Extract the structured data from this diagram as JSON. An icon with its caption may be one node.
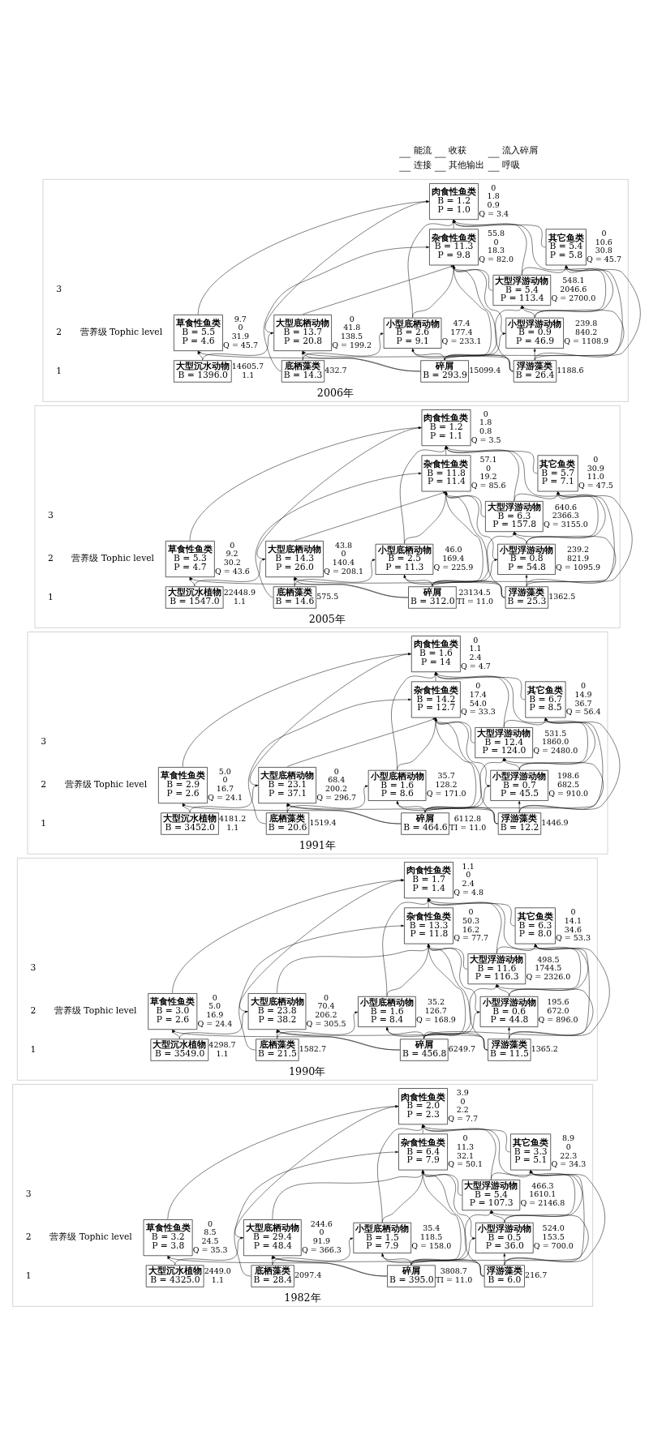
{
  "diagram": {
    "nodes": [
      {
        "text": [
          "2006年"
        ]
      },
      {
        "text": [
          "肉食性鱼类",
          "B = 1.2",
          "P = 1.0"
        ],
        "in": 0,
        "beside": [
          "0",
          "1.8",
          "0.9",
          "Q = 3.4"
        ]
      },
      {
        "text": [
          "杂食性鱼类",
          "B = 11.3",
          "P = 9.8"
        ],
        "in": 0,
        "beside": [
          "55.8",
          "0",
          "18.3",
          "Q = 82.0"
        ]
      },
      {
        "text": [
          "草食性鱼类",
          "B = 5.5",
          "P = 4.6"
        ],
        "in": 0,
        "beside": [
          "9.7",
          "0",
          "31.9",
          "Q = 45.7"
        ]
      },
      {
        "text": [
          "其它鱼类",
          "B = 5.4",
          "P = 5.8"
        ],
        "in": 0,
        "beside": [
          "0",
          "10.6",
          "30.8",
          "Q = 45.7"
        ]
      },
      {
        "text": [
          "大型底栖动物",
          "B = 13.7",
          "P = 20.8"
        ],
        "in": 0,
        "beside": [
          "0",
          "41.8",
          "138.5",
          "Q = 199.2"
        ]
      },
      {
        "text": [
          "小型底栖动物",
          "B = 2.6",
          "P = 9.1"
        ],
        "in": 0,
        "beside": [
          "47.4",
          "177.4",
          "Q = 233.1"
        ]
      },
      {
        "text": [
          "大型浮游动物",
          "B = 5.4",
          "P = 113.4"
        ],
        "in": 0,
        "beside": [
          "548.1",
          "2046.6",
          "Q = 2700.0"
        ]
      },
      {
        "text": [
          "小型浮游动物",
          "B = 0.9",
          "P = 46.9"
        ],
        "in": 0,
        "beside": [
          "239.8",
          "840.2",
          "Q = 1108.9"
        ]
      },
      {
        "text": [
          "碎屑",
          "B = 293.9"
        ],
        "in": 0,
        "beside": [
          "15099.4"
        ]
      },
      {
        "text": [
          "浮游藻类",
          "B = 26.4"
        ],
        "in": 0,
        "beside": [
          "1188.6"
        ]
      },
      {
        "text": [
          "底栖藻类",
          "B = 14.3"
        ],
        "in": 0,
        "beside": [
          "432.7"
        ]
      },
      {
        "text": [
          "大型沉水动物",
          "B = 1396.0"
        ],
        "in": 0,
        "beside": [
          "14605.7",
          "1.1"
        ]
      },
      {
        "text": [
          "2005年"
        ]
      },
      {
        "text": [
          "肉食性鱼类",
          "B = 1.2",
          "P = 1.1"
        ],
        "in": 13,
        "beside": [
          "0",
          "1.8",
          "0.8",
          "Q = 3.5"
        ]
      },
      {
        "text": [
          "杂食性鱼类",
          "B = 11.8",
          "P = 11.4"
        ],
        "in": 13,
        "beside": [
          "57.1",
          "0",
          "19.2",
          "Q = 85.6"
        ]
      },
      {
        "text": [
          "草食性鱼类",
          "B = 5.3",
          "P = 4.7"
        ],
        "in": 13,
        "beside": [
          "0",
          "9.2",
          "30.2",
          "Q = 43.6"
        ]
      },
      {
        "text": [
          "其它鱼类",
          "B = 5.7",
          "P = 7.1"
        ],
        "in": 13,
        "beside": [
          "0",
          "30.9",
          "11.0",
          "Q = 47.5"
        ]
      },
      {
        "text": [
          "大型底栖动物",
          "B = 14.3",
          "P = 26.0"
        ],
        "in": 13,
        "beside": [
          "43.8",
          "0",
          "140.4",
          "Q = 208.1"
        ]
      },
      {
        "text": [
          "小型底栖动物",
          "B = 2.5",
          "P = 11.3"
        ],
        "in": 13,
        "beside": [
          "46.0",
          "169.4",
          "Q = 225.9"
        ]
      },
      {
        "text": [
          "大型浮游动物",
          "B = 6.3",
          "P = 157.8"
        ],
        "in": 13,
        "beside": [
          "640.6",
          "2366.3",
          "Q = 3155.0"
        ]
      },
      {
        "text": [
          "小型浮游动物",
          "B = 0.8",
          "P = 54.8"
        ],
        "in": 13,
        "beside": [
          "239.2",
          "821.9",
          "Q = 1095.9"
        ]
      },
      {
        "text": [
          "碎屑",
          "B = 312.0"
        ],
        "in": 13,
        "beside": [
          "23134.5",
          "TI = 11.0"
        ]
      },
      {
        "text": [
          "浮游藻类",
          "B = 25.3"
        ],
        "in": 13,
        "beside": [
          "1362.5"
        ]
      },
      {
        "text": [
          "底栖藻类",
          "B = 14.6"
        ],
        "in": 13,
        "beside": [
          "575.5"
        ]
      },
      {
        "text": [
          "大型沉水植物",
          "B = 1547.0"
        ],
        "in": 13,
        "beside": [
          "22448.9",
          "1.1"
        ]
      },
      {
        "text": [
          "1991年"
        ]
      },
      {
        "text": [
          "肉食性鱼类",
          "B = 1.6",
          "P = 14"
        ],
        "in": 26,
        "beside": [
          "0",
          "1.1",
          "2.4",
          "Q = 4.7"
        ]
      },
      {
        "text": [
          "杂食性鱼类",
          "B = 14.2",
          "P = 12.7"
        ],
        "in": 26,
        "beside": [
          "0",
          "17.4",
          "54.0",
          "Q = 33.3"
        ]
      },
      {
        "text": [
          "草食性鱼类",
          "B = 2.9",
          "P = 2.6"
        ],
        "in": 26,
        "beside": [
          "5.0",
          "0",
          "16.7",
          "Q = 24.1"
        ]
      },
      {
        "text": [
          "其它鱼类",
          "B = 6.7",
          "P = 8.5"
        ],
        "in": 26,
        "beside": [
          "0",
          "14.9",
          "36.7",
          "Q = 56.4"
        ]
      },
      {
        "text": [
          "大型底栖动物",
          "B = 23.1",
          "P = 37.1"
        ],
        "in": 26,
        "beside": [
          "0",
          "68.4",
          "200.2",
          "Q = 296.7"
        ]
      },
      {
        "text": [
          "小型底栖动物",
          "B = 1.6",
          "P = 8.6"
        ],
        "in": 26,
        "beside": [
          "35.7",
          "128.2",
          "Q = 171.0"
        ]
      },
      {
        "text": [
          "大型浮游动物",
          "B = 12.4",
          "P = 124.0"
        ],
        "in": 26,
        "beside": [
          "531.5",
          "1860.0",
          "Q = 2480.0"
        ]
      },
      {
        "text": [
          "小型浮游动物",
          "B = 0.7",
          "P = 45.5"
        ],
        "in": 26,
        "beside": [
          "198.6",
          "682.5",
          "Q = 910.0"
        ]
      },
      {
        "text": [
          "碎屑",
          "B = 464.6"
        ],
        "in": 26,
        "beside": [
          "6112.8",
          "TI = 11.0"
        ]
      },
      {
        "text": [
          "浮游藻类",
          "B = 12.2"
        ],
        "in": 26,
        "beside": [
          "1446.9"
        ]
      },
      {
        "text": [
          "底栖藻类",
          "B = 20.6"
        ],
        "in": 26,
        "beside": [
          "1519.4"
        ]
      },
      {
        "text": [
          "大型沉水植物",
          "B = 3452.0"
        ],
        "in": 26,
        "beside": [
          "4181.2",
          "1.1"
        ]
      },
      {
        "text": [
          "1990年"
        ]
      },
      {
        "text": [
          "肉食性鱼类",
          "B = 1.7",
          "P = 1.4"
        ],
        "in": 39,
        "beside": [
          "1.1",
          "0",
          "2.4",
          "Q = 4.8"
        ]
      },
      {
        "text": [
          "杂食性鱼类",
          "B = 13.3",
          "P = 11.8"
        ],
        "in": 39,
        "beside": [
          "0",
          "50.3",
          "16.2",
          "Q = 77.7"
        ]
      },
      {
        "text": [
          "草食性鱼类",
          "B = 3.0",
          "P = 2.6"
        ],
        "in": 39,
        "beside": [
          "0",
          "5.0",
          "16.9",
          "Q = 24.4"
        ]
      },
      {
        "text": [
          "其它鱼类",
          "B = 6.3",
          "P = 8.0"
        ],
        "in": 39,
        "beside": [
          "0",
          "14.1",
          "34.6",
          "Q = 53.3"
        ]
      },
      {
        "text": [
          "大型底栖动物",
          "B = 23.8",
          "P = 38.2"
        ],
        "in": 39,
        "beside": [
          "0",
          "70.4",
          "206.2",
          "Q = 305.5"
        ]
      },
      {
        "text": [
          "小型底栖动物",
          "B = 1.6",
          "P = 8.4"
        ],
        "in": 39,
        "beside": [
          "35.2",
          "126.7",
          "Q = 168.9"
        ]
      },
      {
        "text": [
          "大型浮游动物",
          "B = 11.6",
          "P = 116.3"
        ],
        "in": 39,
        "beside": [
          "498.5",
          "1744.5",
          "Q = 2326.0"
        ]
      },
      {
        "text": [
          "小型浮游动物",
          "B = 0.6",
          "P = 44.8"
        ],
        "in": 39,
        "beside": [
          "195.6",
          "672.0",
          "Q = 896.0"
        ]
      },
      {
        "text": [
          "碎屑",
          "B = 456.8"
        ],
        "in": 39,
        "beside": [
          "6249.7"
        ]
      },
      {
        "text": [
          "浮游藻类",
          "B = 11.5"
        ],
        "in": 39,
        "beside": [
          "1365.2"
        ]
      },
      {
        "text": [
          "底栖藻类",
          "B = 21.5"
        ],
        "in": 39,
        "beside": [
          "1582.7"
        ]
      },
      {
        "text": [
          "大型沉水植物",
          "B = 3549.0"
        ],
        "in": 39,
        "beside": [
          "4298.7",
          "1.1"
        ]
      },
      {
        "text": [
          "1982年"
        ]
      },
      {
        "text": [
          "肉食性鱼类",
          "B = 2.0",
          "P = 2.3"
        ],
        "in": 52,
        "beside": [
          "3.9",
          "0",
          "2.2",
          "Q = 7.7"
        ]
      },
      {
        "text": [
          "杂食性鱼类",
          "B = 6.4",
          "P = 7.9"
        ],
        "in": 52,
        "beside": [
          "0",
          "11.3",
          "32.1",
          "Q = 50.1"
        ]
      },
      {
        "text": [
          "草食性鱼类",
          "B = 3.2",
          "P = 3.8"
        ],
        "in": 52,
        "beside": [
          "0",
          "8.5",
          "24.5",
          "Q = 35.3"
        ]
      },
      {
        "text": [
          "其它鱼类",
          "B = 3.3",
          "P = 5.1"
        ],
        "in": 52,
        "beside": [
          "8.9",
          "0",
          "22.3",
          "Q = 34.3"
        ]
      },
      {
        "text": [
          "大型底栖动物",
          "B = 29.4",
          "P = 48.4"
        ],
        "in": 52,
        "beside": [
          "244.6",
          "0",
          "91.9",
          "Q = 366.3"
        ]
      },
      {
        "text": [
          "小型底栖动物",
          "B = 1.5",
          "P = 7.9"
        ],
        "in": 52,
        "beside": [
          "35.4",
          "118.5",
          "Q = 158.0"
        ]
      },
      {
        "text": [
          "大型浮游动物",
          "B = 5.4",
          "P = 107.3"
        ],
        "in": 52,
        "beside": [
          "466.3",
          "1610.1",
          "Q = 2146.8"
        ]
      },
      {
        "text": [
          "小型浮游动物",
          "B = 0.5",
          "P = 36.0"
        ],
        "in": 52,
        "beside": [
          "524.0",
          "153.5",
          "Q = 700.0"
        ]
      },
      {
        "text": [
          "碎屑",
          "B = 395.0"
        ],
        "in": 52,
        "beside": [
          "3808.7",
          "TI = 11.0"
        ]
      },
      {
        "text": [
          "浮游藻类",
          "B = 6.0"
        ],
        "in": 52,
        "beside": [
          "216.7"
        ]
      },
      {
        "text": [
          "底栖藻类",
          "B = 28.4"
        ],
        "in": 52,
        "beside": [
          "2097.4"
        ]
      },
      {
        "text": [
          "大型沉水植物",
          "B = 4325.0"
        ],
        "in": 52,
        "beside": [
          "2449.0",
          "1.1"
        ]
      }
    ],
    "edges": [
      {
        "from": 9,
        "to": 2,
        "arrow": "to"
      },
      {
        "from": 9,
        "to": 3,
        "arrow": "to"
      },
      {
        "from": 9,
        "to": 4,
        "arrow": "to"
      },
      {
        "from": 9,
        "to": 5,
        "arrow": "to"
      },
      {
        "from": 9,
        "to": 6,
        "arrow": "to"
      },
      {
        "from": 9,
        "to": 7,
        "arrow": "to"
      },
      {
        "from": 9,
        "to": 8,
        "arrow": "to"
      },
      {
        "from": 10,
        "to": 2,
        "arrow": "to"
      },
      {
        "from": 10,
        "to": 4,
        "arrow": "to"
      },
      {
        "from": 10,
        "to": 5,
        "arrow": "to"
      },
      {
        "from": 10,
        "to": 6,
        "arrow": "to"
      },
      {
        "from": 10,
        "to": 7,
        "arrow": "to"
      },
      {
        "from": 10,
        "to": 8,
        "arrow": "to"
      },
      {
        "from": 11,
        "to": 2,
        "arrow": "to"
      },
      {
        "from": 11,
        "to": 5,
        "arrow": "to"
      },
      {
        "from": 11,
        "to": 6,
        "arrow": "to"
      },
      {
        "from": 12,
        "to": 3,
        "arrow": "to"
      },
      {
        "from": 12,
        "to": 5,
        "arrow": "to"
      },
      {
        "from": 8,
        "to": 7,
        "arrow": "to"
      },
      {
        "from": 8,
        "to": 2,
        "arrow": "to"
      },
      {
        "from": 8,
        "to": 4,
        "arrow": "to"
      },
      {
        "from": 8,
        "to": 1,
        "arrow": "to"
      },
      {
        "from": 7,
        "to": 1,
        "arrow": "to"
      },
      {
        "from": 7,
        "to": 2,
        "arrow": "to"
      },
      {
        "from": 7,
        "to": 4,
        "arrow": "to"
      },
      {
        "from": 6,
        "to": 1,
        "arrow": "to"
      },
      {
        "from": 6,
        "to": 2,
        "arrow": "to"
      },
      {
        "from": 5,
        "to": 1,
        "arrow": "to"
      },
      {
        "from": 5,
        "to": 2,
        "arrow": "to"
      },
      {
        "from": 2,
        "to": 1,
        "arrow": "to"
      },
      {
        "from": 3,
        "to": 1,
        "arrow": "to"
      },
      {
        "from": 4,
        "to": 1,
        "arrow": "to"
      },
      {
        "from": 22,
        "to": 15,
        "arrow": "to"
      },
      {
        "from": 22,
        "to": 16,
        "arrow": "to"
      },
      {
        "from": 22,
        "to": 17,
        "arrow": "to"
      },
      {
        "from": 22,
        "to": 18,
        "arrow": "to"
      },
      {
        "from": 22,
        "to": 19,
        "arrow": "to"
      },
      {
        "from": 22,
        "to": 20,
        "arrow": "to"
      },
      {
        "from": 22,
        "to": 21,
        "arrow": "to"
      },
      {
        "from": 23,
        "to": 15,
        "arrow": "to"
      },
      {
        "from": 23,
        "to": 17,
        "arrow": "to"
      },
      {
        "from": 23,
        "to": 18,
        "arrow": "to"
      },
      {
        "from": 23,
        "to": 19,
        "arrow": "to"
      },
      {
        "from": 23,
        "to": 20,
        "arrow": "to"
      },
      {
        "from": 23,
        "to": 21,
        "arrow": "to"
      },
      {
        "from": 24,
        "to": 15,
        "arrow": "to"
      },
      {
        "from": 24,
        "to": 18,
        "arrow": "to"
      },
      {
        "from": 24,
        "to": 19,
        "arrow": "to"
      },
      {
        "from": 25,
        "to": 16,
        "arrow": "to"
      },
      {
        "from": 25,
        "to": 18,
        "arrow": "to"
      },
      {
        "from": 21,
        "to": 20,
        "arrow": "to"
      },
      {
        "from": 21,
        "to": 15,
        "arrow": "to"
      },
      {
        "from": 21,
        "to": 17,
        "arrow": "to"
      },
      {
        "from": 21,
        "to": 14,
        "arrow": "to"
      },
      {
        "from": 20,
        "to": 14,
        "arrow": "to"
      },
      {
        "from": 20,
        "to": 15,
        "arrow": "to"
      },
      {
        "from": 20,
        "to": 17,
        "arrow": "to"
      },
      {
        "from": 19,
        "to": 14,
        "arrow": "to"
      },
      {
        "from": 19,
        "to": 15,
        "arrow": "to"
      },
      {
        "from": 18,
        "to": 14,
        "arrow": "to"
      },
      {
        "from": 18,
        "to": 15,
        "arrow": "to"
      },
      {
        "from": 15,
        "to": 14,
        "arrow": "to"
      },
      {
        "from": 16,
        "to": 14,
        "arrow": "to"
      },
      {
        "from": 17,
        "to": 14,
        "arrow": "to"
      },
      {
        "from": 35,
        "to": 28,
        "arrow": "to"
      },
      {
        "from": 35,
        "to": 29,
        "arrow": "to"
      },
      {
        "from": 35,
        "to": 30,
        "arrow": "to"
      },
      {
        "from": 35,
        "to": 31,
        "arrow": "to"
      },
      {
        "from": 35,
        "to": 32,
        "arrow": "to"
      },
      {
        "from": 35,
        "to": 33,
        "arrow": "to"
      },
      {
        "from": 35,
        "to": 34,
        "arrow": "to"
      },
      {
        "from": 36,
        "to": 28,
        "arrow": "to"
      },
      {
        "from": 36,
        "to": 30,
        "arrow": "to"
      },
      {
        "from": 36,
        "to": 31,
        "arrow": "to"
      },
      {
        "from": 36,
        "to": 32,
        "arrow": "to"
      },
      {
        "from": 36,
        "to": 33,
        "arrow": "to"
      },
      {
        "from": 36,
        "to": 34,
        "arrow": "to"
      },
      {
        "from": 37,
        "to": 28,
        "arrow": "to"
      },
      {
        "from": 37,
        "to": 31,
        "arrow": "to"
      },
      {
        "from": 37,
        "to": 32,
        "arrow": "to"
      },
      {
        "from": 38,
        "to": 29,
        "arrow": "to"
      },
      {
        "from": 38,
        "to": 31,
        "arrow": "to"
      },
      {
        "from": 34,
        "to": 33,
        "arrow": "to"
      },
      {
        "from": 34,
        "to": 28,
        "arrow": "to"
      },
      {
        "from": 34,
        "to": 30,
        "arrow": "to"
      },
      {
        "from": 34,
        "to": 27,
        "arrow": "to"
      },
      {
        "from": 33,
        "to": 27,
        "arrow": "to"
      },
      {
        "from": 33,
        "to": 28,
        "arrow": "to"
      },
      {
        "from": 33,
        "to": 30,
        "arrow": "to"
      },
      {
        "from": 32,
        "to": 27,
        "arrow": "to"
      },
      {
        "from": 32,
        "to": 28,
        "arrow": "to"
      },
      {
        "from": 31,
        "to": 27,
        "arrow": "to"
      },
      {
        "from": 31,
        "to": 28,
        "arrow": "to"
      },
      {
        "from": 28,
        "to": 27,
        "arrow": "to"
      },
      {
        "from": 29,
        "to": 27,
        "arrow": "to"
      },
      {
        "from": 30,
        "to": 27,
        "arrow": "to"
      },
      {
        "from": 48,
        "to": 41,
        "arrow": "to"
      },
      {
        "from": 48,
        "to": 42,
        "arrow": "to"
      },
      {
        "from": 48,
        "to": 43,
        "arrow": "to"
      },
      {
        "from": 48,
        "to": 44,
        "arrow": "to"
      },
      {
        "from": 48,
        "to": 45,
        "arrow": "to"
      },
      {
        "from": 48,
        "to": 46,
        "arrow": "to"
      },
      {
        "from": 48,
        "to": 47,
        "arrow": "to"
      },
      {
        "from": 49,
        "to": 41,
        "arrow": "to"
      },
      {
        "from": 49,
        "to": 43,
        "arrow": "to"
      },
      {
        "from": 49,
        "to": 44,
        "arrow": "to"
      },
      {
        "from": 49,
        "to": 45,
        "arrow": "to"
      },
      {
        "from": 49,
        "to": 46,
        "arrow": "to"
      },
      {
        "from": 49,
        "to": 47,
        "arrow": "to"
      },
      {
        "from": 50,
        "to": 41,
        "arrow": "to"
      },
      {
        "from": 50,
        "to": 44,
        "arrow": "to"
      },
      {
        "from": 50,
        "to": 45,
        "arrow": "to"
      },
      {
        "from": 51,
        "to": 42,
        "arrow": "to"
      },
      {
        "from": 51,
        "to": 44,
        "arrow": "to"
      },
      {
        "from": 47,
        "to": 46,
        "arrow": "to"
      },
      {
        "from": 47,
        "to": 41,
        "arrow": "to"
      },
      {
        "from": 47,
        "to": 43,
        "arrow": "to"
      },
      {
        "from": 47,
        "to": 40,
        "arrow": "to"
      },
      {
        "from": 46,
        "to": 40,
        "arrow": "to"
      },
      {
        "from": 46,
        "to": 41,
        "arrow": "to"
      },
      {
        "from": 46,
        "to": 43,
        "arrow": "to"
      },
      {
        "from": 45,
        "to": 40,
        "arrow": "to"
      },
      {
        "from": 45,
        "to": 41,
        "arrow": "to"
      },
      {
        "from": 44,
        "to": 40,
        "arrow": "to"
      },
      {
        "from": 44,
        "to": 41,
        "arrow": "to"
      },
      {
        "from": 41,
        "to": 40,
        "arrow": "to"
      },
      {
        "from": 42,
        "to": 40,
        "arrow": "to"
      },
      {
        "from": 43,
        "to": 40,
        "arrow": "to"
      },
      {
        "from": 61,
        "to": 54,
        "arrow": "to"
      },
      {
        "from": 61,
        "to": 55,
        "arrow": "to"
      },
      {
        "from": 61,
        "to": 56,
        "arrow": "to"
      },
      {
        "from": 61,
        "to": 57,
        "arrow": "to"
      },
      {
        "from": 61,
        "to": 58,
        "arrow": "to"
      },
      {
        "from": 61,
        "to": 59,
        "arrow": "to"
      },
      {
        "from": 61,
        "to": 60,
        "arrow": "to"
      },
      {
        "from": 62,
        "to": 54,
        "arrow": "to"
      },
      {
        "from": 62,
        "to": 56,
        "arrow": "to"
      },
      {
        "from": 62,
        "to": 57,
        "arrow": "to"
      },
      {
        "from": 62,
        "to": 58,
        "arrow": "to"
      },
      {
        "from": 62,
        "to": 59,
        "arrow": "to"
      },
      {
        "from": 62,
        "to": 60,
        "arrow": "to"
      },
      {
        "from": 63,
        "to": 54,
        "arrow": "to"
      },
      {
        "from": 63,
        "to": 57,
        "arrow": "to"
      },
      {
        "from": 63,
        "to": 58,
        "arrow": "to"
      },
      {
        "from": 64,
        "to": 55,
        "arrow": "to"
      },
      {
        "from": 64,
        "to": 57,
        "arrow": "to"
      },
      {
        "from": 60,
        "to": 59,
        "arrow": "to"
      },
      {
        "from": 60,
        "to": 54,
        "arrow": "to"
      },
      {
        "from": 60,
        "to": 56,
        "arrow": "to"
      },
      {
        "from": 60,
        "to": 53,
        "arrow": "to"
      },
      {
        "from": 59,
        "to": 53,
        "arrow": "to"
      },
      {
        "from": 59,
        "to": 54,
        "arrow": "to"
      },
      {
        "from": 59,
        "to": 56,
        "arrow": "to"
      },
      {
        "from": 58,
        "to": 53,
        "arrow": "to"
      },
      {
        "from": 58,
        "to": 54,
        "arrow": "to"
      },
      {
        "from": 57,
        "to": 53,
        "arrow": "to"
      },
      {
        "from": 57,
        "to": 54,
        "arrow": "to"
      },
      {
        "from": 54,
        "to": 53,
        "arrow": "to"
      },
      {
        "from": 55,
        "to": 53,
        "arrow": "to"
      },
      {
        "from": 56,
        "to": 53,
        "arrow": "to"
      }
    ],
    "labels": [
      "营养级 Tophic level",
      "3",
      "2",
      "1",
      "营养级 Tophic level",
      "3",
      "2",
      "1",
      "营养级 Tophic level",
      "3",
      "2",
      "1",
      "营养级 Tophic level",
      "3",
      "2",
      "1",
      "营养级 Tophic level",
      "3",
      "2",
      "1"
    ],
    "legend": [
      {
        "text": "能流"
      },
      {
        "text": "收获"
      },
      {
        "text": "流入碎屑"
      },
      {
        "text": "连接"
      },
      {
        "text": "其他输出"
      },
      {
        "text": "呼吸"
      }
    ]
  }
}
